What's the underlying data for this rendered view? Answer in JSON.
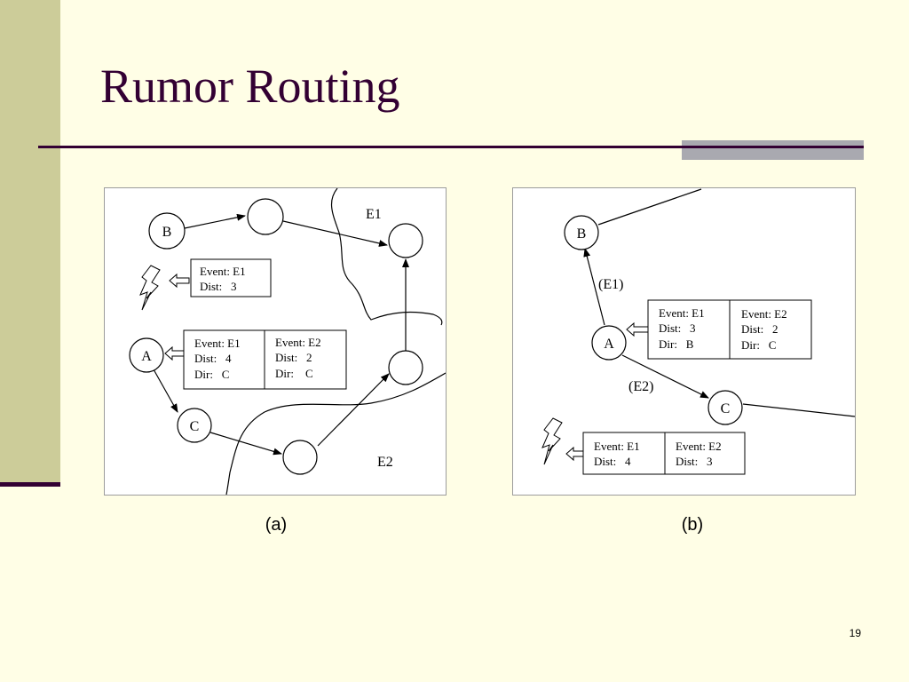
{
  "slide": {
    "title": "Rumor Routing",
    "page_number": "19",
    "colors": {
      "background": "#FFFEE6",
      "left_bar": "#CCCC99",
      "accent_dark": "#330033",
      "accent_grey": "#A9A9B0"
    }
  },
  "diagram_a": {
    "caption": "(a)",
    "nodes": {
      "b": "B",
      "a": "A",
      "c": "C"
    },
    "regions": {
      "e1": "E1",
      "e2": "E2"
    },
    "table_b": {
      "event": "Event: E1",
      "dist": "Dist:   3"
    },
    "table_a": {
      "left": {
        "event": "Event: E1",
        "dist": "Dist:   4",
        "dir": "Dir:   C"
      },
      "right": {
        "event": "Event: E2",
        "dist": "Dist:   2",
        "dir": "Dir:    C"
      }
    }
  },
  "diagram_b": {
    "caption": "(b)",
    "nodes": {
      "b": "B",
      "a": "A",
      "c": "C"
    },
    "edge_labels": {
      "e1": "(E1)",
      "e2": "(E2)"
    },
    "table_a": {
      "left": {
        "event": "Event: E1",
        "dist": "Dist:   3",
        "dir": "Dir:   B"
      },
      "right": {
        "event": "Event: E2",
        "dist": "Dist:   2",
        "dir": "Dir:   C"
      }
    },
    "table_c": {
      "left": {
        "event": "Event: E1",
        "dist": "Dist:   4"
      },
      "right": {
        "event": "Event: E2",
        "dist": "Dist:   3"
      }
    }
  }
}
